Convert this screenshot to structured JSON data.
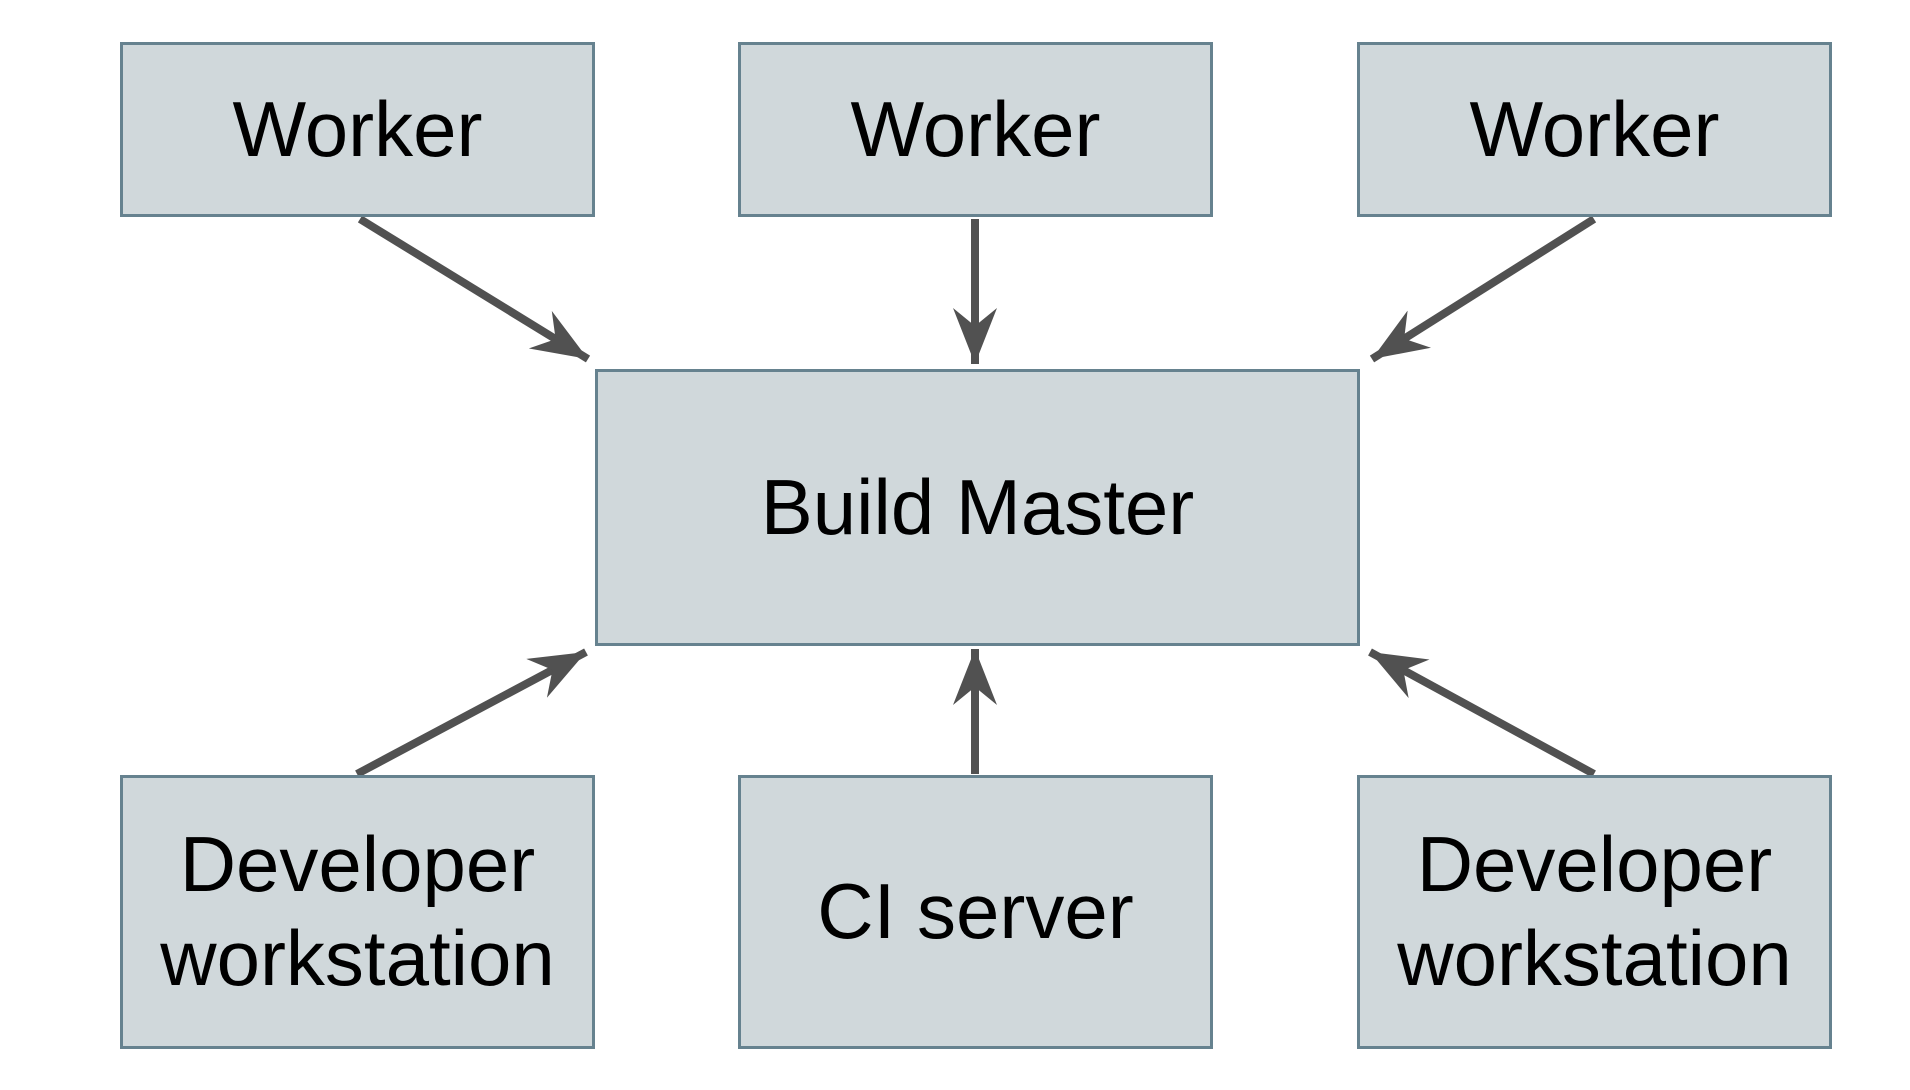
{
  "colors": {
    "background": "#ffffff",
    "node_fill": "#d0d8db",
    "node_border": "#66828f",
    "arrow": "#515151",
    "text": "#000000"
  },
  "diagram": {
    "title": "",
    "nodes": {
      "worker_1": {
        "label": "Worker"
      },
      "worker_2": {
        "label": "Worker"
      },
      "worker_3": {
        "label": "Worker"
      },
      "build_master": {
        "label": "Build Master"
      },
      "developer_workstation_left": {
        "label": "Developer workstation"
      },
      "ci_server": {
        "label": "CI server"
      },
      "developer_workstation_right": {
        "label": "Developer workstation"
      }
    },
    "edges": [
      {
        "from": "worker_1",
        "to": "build_master",
        "direction": "down"
      },
      {
        "from": "worker_2",
        "to": "build_master",
        "direction": "down"
      },
      {
        "from": "worker_3",
        "to": "build_master",
        "direction": "down"
      },
      {
        "from": "developer_workstation_left",
        "to": "build_master",
        "direction": "up"
      },
      {
        "from": "ci_server",
        "to": "build_master",
        "direction": "up"
      },
      {
        "from": "developer_workstation_right",
        "to": "build_master",
        "direction": "up"
      }
    ]
  }
}
